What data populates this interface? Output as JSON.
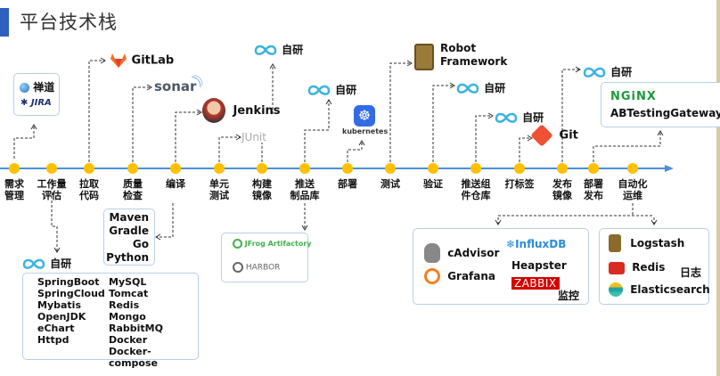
{
  "page": {
    "title": "平台技术栈",
    "accent_color": "#2f5fbf",
    "timeline_color": "#4a90d9",
    "node_color": "#ffc000"
  },
  "stages": [
    {
      "id": "requirements",
      "label1": "需求",
      "label2": "管理"
    },
    {
      "id": "estimate",
      "label1": "工作量",
      "label2": "评估"
    },
    {
      "id": "pull-code",
      "label1": "拉取",
      "label2": "代码"
    },
    {
      "id": "quality",
      "label1": "质量",
      "label2": "检查"
    },
    {
      "id": "compile",
      "label1": "编译",
      "label2": ""
    },
    {
      "id": "unit-test",
      "label1": "单元",
      "label2": "测试"
    },
    {
      "id": "build-image",
      "label1": "构建",
      "label2": "镜像"
    },
    {
      "id": "push-artifact",
      "label1": "推送",
      "label2": "制品库"
    },
    {
      "id": "deploy",
      "label1": "部署",
      "label2": ""
    },
    {
      "id": "test",
      "label1": "测试",
      "label2": ""
    },
    {
      "id": "verify",
      "label1": "验证",
      "label2": ""
    },
    {
      "id": "push-component",
      "label1": "推送组",
      "label2": "件仓库"
    },
    {
      "id": "tag",
      "label1": "打标签",
      "label2": ""
    },
    {
      "id": "release-image",
      "label1": "发布",
      "label2": "镜像"
    },
    {
      "id": "deploy-release",
      "label1": "部署",
      "label2": "发布"
    },
    {
      "id": "auto-ops",
      "label1": "自动化",
      "label2": "运维"
    }
  ],
  "tools": {
    "req_box": {
      "item1": "禅道",
      "item2": "JIRA"
    },
    "gitlab": "GitLab",
    "sonar": "sonar",
    "jenkins": "Jenkins",
    "junit": "JUnit",
    "self_dev": "自研",
    "kubernetes": "kubernetes",
    "robot": {
      "line1": "Robot",
      "line2": "Framework"
    },
    "git": "Git",
    "nginx": {
      "logo": "NGiNX",
      "name": "ABTestingGateway"
    },
    "build_tools": [
      "Maven",
      "Gradle",
      "Go",
      "Python"
    ],
    "artifact": {
      "jfrog": "JFrog Artifactory",
      "harbor": "HARBOR"
    },
    "stack_left": [
      "SpringBoot",
      "SpringCloud",
      "Mybatis",
      "OpenJDK",
      "eChart",
      "Httpd"
    ],
    "stack_right": [
      "MySQL",
      "Tomcat",
      "Redis",
      "Mongo",
      "RabbitMQ",
      "Docker",
      "Docker-compose"
    ],
    "monitoring": {
      "cadvisor": "cAdvisor",
      "influxdb": "InfluxDB",
      "heapster": "Heapster",
      "grafana": "Grafana",
      "zabbix": "ZABBIX",
      "label": "监控"
    },
    "logging": {
      "logstash": "Logstash",
      "redis": "Redis",
      "elasticsearch": "Elasticsearch",
      "label": "日志"
    }
  }
}
